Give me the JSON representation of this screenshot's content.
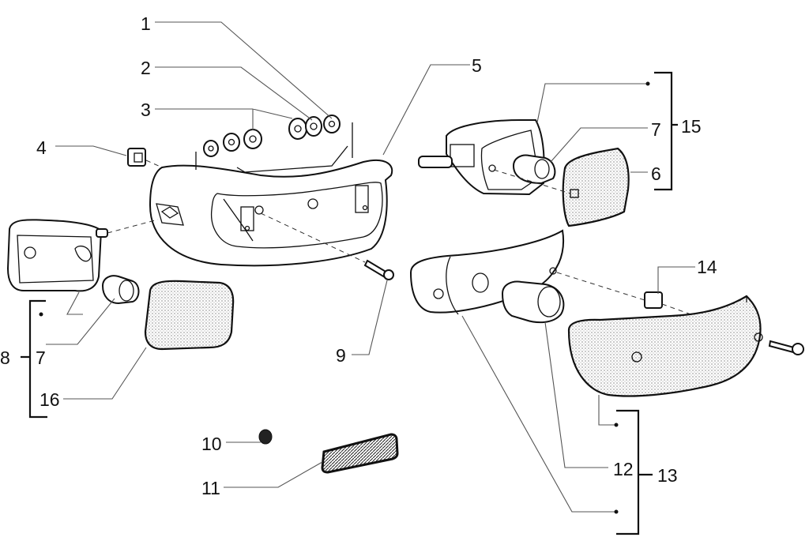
{
  "diagram": {
    "type": "exploded-parts-view",
    "subject": "turn signal / indicator lamp assemblies",
    "callouts": [
      {
        "id": "c1",
        "label": "1"
      },
      {
        "id": "c2",
        "label": "2"
      },
      {
        "id": "c3",
        "label": "3"
      },
      {
        "id": "c4",
        "label": "4"
      },
      {
        "id": "c5",
        "label": "5"
      },
      {
        "id": "c6",
        "label": "6"
      },
      {
        "id": "c7a",
        "label": "7"
      },
      {
        "id": "c7b",
        "label": "7"
      },
      {
        "id": "c8",
        "label": "8"
      },
      {
        "id": "c9",
        "label": "9"
      },
      {
        "id": "c10",
        "label": "10"
      },
      {
        "id": "c11",
        "label": "11"
      },
      {
        "id": "c12",
        "label": "12"
      },
      {
        "id": "c13",
        "label": "13"
      },
      {
        "id": "c14",
        "label": "14"
      },
      {
        "id": "c15",
        "label": "15"
      },
      {
        "id": "c16",
        "label": "16"
      }
    ],
    "assemblies": [
      {
        "label": "8",
        "includes": [
          "7",
          "16"
        ]
      },
      {
        "label": "13",
        "includes": [
          "12"
        ]
      },
      {
        "label": "15",
        "includes": [
          "6",
          "7"
        ]
      }
    ]
  }
}
